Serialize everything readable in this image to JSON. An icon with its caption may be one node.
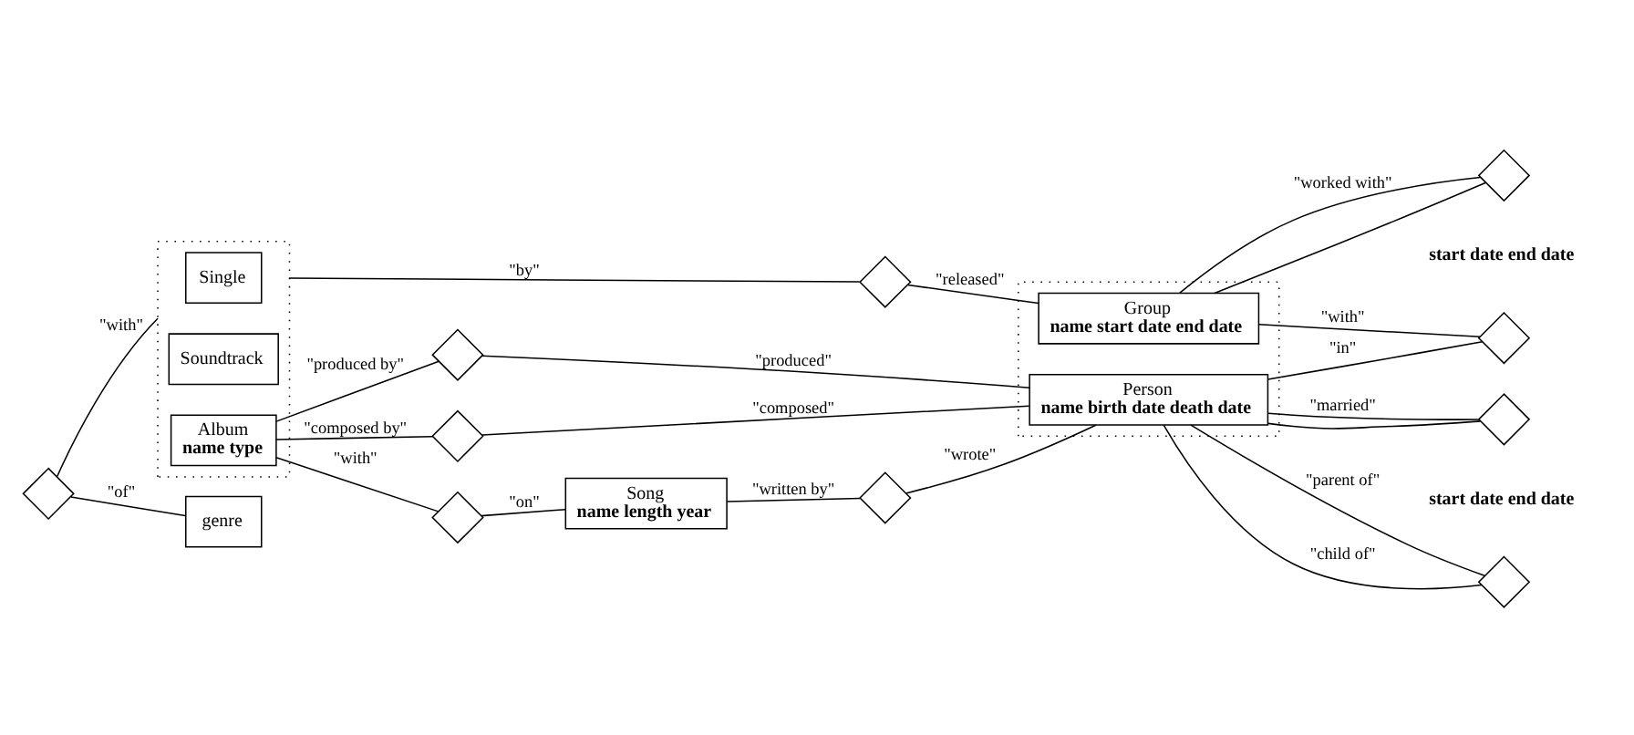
{
  "diagram": {
    "nodes": [
      {
        "text": [],
        "shape": "box"
      },
      {
        "text": [
          "Single"
        ],
        "in": 0
      },
      {
        "text": [
          "Soundtrack"
        ],
        "in": 0
      },
      {
        "text": [
          "Album",
          "name type"
        ],
        "in": 0
      },
      {
        "text": [],
        "shape": "diamond"
      },
      {
        "text": [
          "genre"
        ]
      },
      {
        "text": [],
        "shape": "diamond"
      },
      {
        "text": [],
        "shape": "box"
      },
      {
        "text": [
          "Group",
          "name start date end date"
        ],
        "in": 7
      },
      {
        "text": [],
        "shape": "diamond",
        "beside": [
          "start date end date"
        ]
      },
      {
        "text": [],
        "shape": "diamond"
      },
      {
        "text": [],
        "shape": "diamond"
      },
      {
        "text": [],
        "shape": "diamond"
      },
      {
        "text": [],
        "shape": "diamond"
      },
      {
        "text": [
          "Person",
          "name birth date death date"
        ],
        "in": 7
      },
      {
        "text": [],
        "shape": "diamond",
        "beside": [
          "start date end date"
        ]
      },
      {
        "text": [
          "Song",
          "name length year"
        ]
      },
      {
        "text": [],
        "shape": "diamond"
      },
      {
        "text": [],
        "shape": "diamond"
      }
    ],
    "edges": [
      {
        "from": 4,
        "to": 0,
        "arrow": "none",
        "label": "\"with\""
      },
      {
        "from": 4,
        "to": 5,
        "arrow": "none",
        "label": "\"of\""
      },
      {
        "from": 0,
        "to": 6,
        "arrow": "none",
        "label": "\"by\""
      },
      {
        "from": 6,
        "to": 8,
        "arrow": "none",
        "label": "\"released\""
      },
      {
        "from": 8,
        "to": 9,
        "arrow": "none",
        "label": "\"worked with\""
      },
      {
        "from": 8,
        "to": 9,
        "arrow": "none"
      },
      {
        "from": 3,
        "to": 10,
        "arrow": "none",
        "label": "\"produced by\""
      },
      {
        "from": 10,
        "to": 14,
        "arrow": "none",
        "label": "\"produced\""
      },
      {
        "from": 3,
        "to": 11,
        "arrow": "none",
        "label": "\"composed by\""
      },
      {
        "from": 11,
        "to": 14,
        "arrow": "none",
        "label": "\"composed\""
      },
      {
        "from": 8,
        "to": 12,
        "arrow": "none",
        "label": "\"with\""
      },
      {
        "from": 12,
        "to": 14,
        "arrow": "none",
        "label": "\"in\""
      },
      {
        "from": 3,
        "to": 13,
        "arrow": "none",
        "label": "\"with\""
      },
      {
        "from": 13,
        "to": 16,
        "arrow": "none",
        "label": "\"on\""
      },
      {
        "from": 16,
        "to": 17,
        "arrow": "none",
        "label": "\"written by\""
      },
      {
        "from": 17,
        "to": 14,
        "arrow": "none",
        "label": "\"wrote\""
      },
      {
        "from": 14,
        "to": 15,
        "arrow": "none",
        "label": "\"married\""
      },
      {
        "from": 14,
        "to": 15,
        "arrow": "none"
      },
      {
        "from": 14,
        "to": 18,
        "arrow": "none",
        "label": "\"parent of\""
      },
      {
        "from": 14,
        "to": 18,
        "arrow": "none",
        "label": "\"child of\""
      }
    ]
  }
}
